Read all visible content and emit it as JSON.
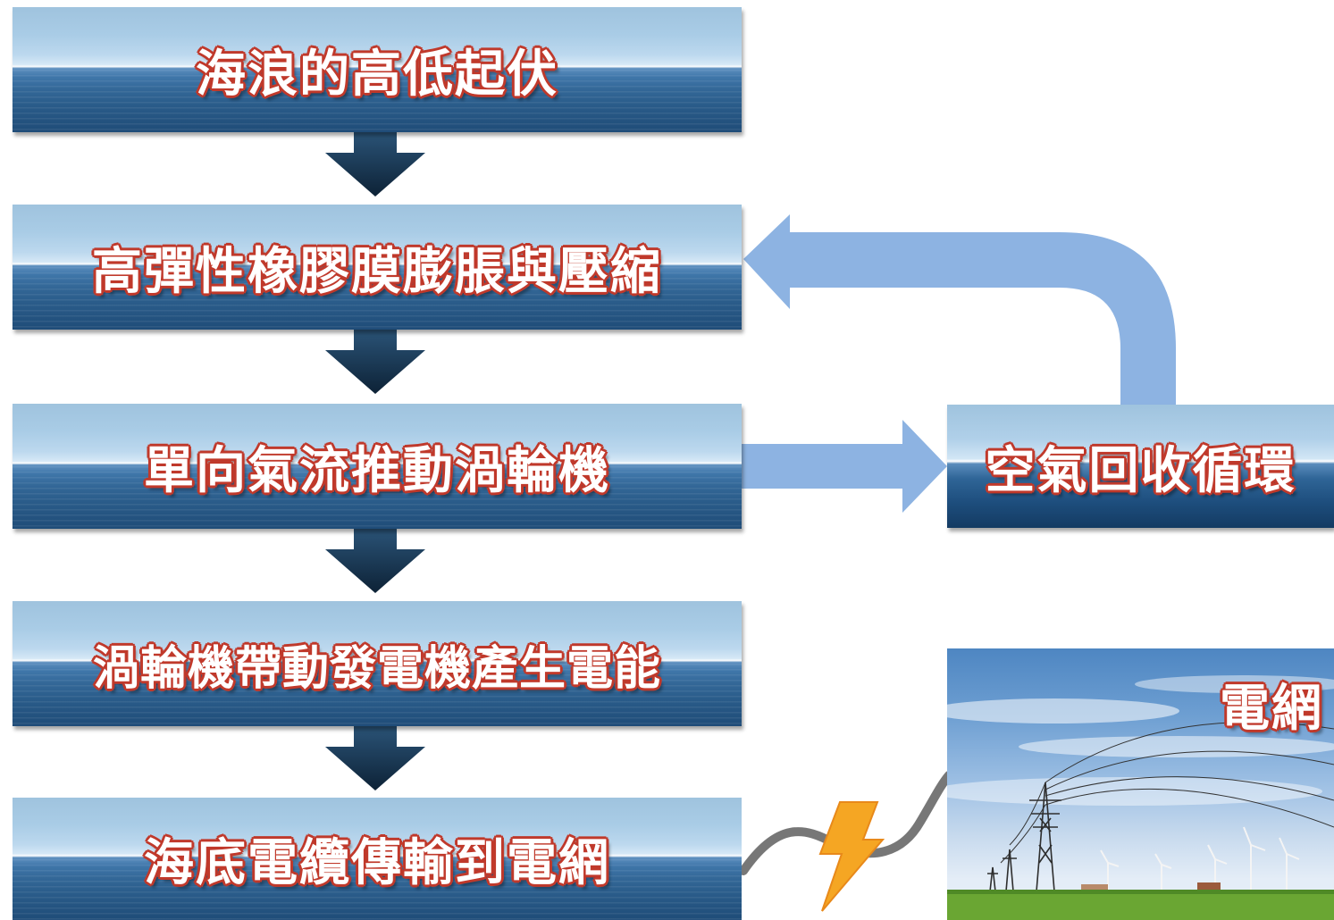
{
  "steps": [
    {
      "label": "海浪的高低起伏"
    },
    {
      "label": "高彈性橡膠膜膨脹與壓縮"
    },
    {
      "label": "單向氣流推動渦輪機"
    },
    {
      "label": "渦輪機帶動發電機產生電能"
    },
    {
      "label": "海底電纜傳輸到電網"
    }
  ],
  "side": {
    "label": "空氣回收循環"
  },
  "grid": {
    "label": "電網"
  },
  "colors": {
    "down_arrow": "#13304a",
    "loop_arrow": "#8db3e2",
    "text_outline": "#c0392b",
    "cable": "#777777",
    "bolt": "#f5a623"
  },
  "icons": [
    "down-arrow-icon",
    "loop-arrow-icon",
    "right-arrow-icon",
    "lightning-bolt-icon",
    "power-pylon-icon",
    "wind-turbine-icon"
  ]
}
